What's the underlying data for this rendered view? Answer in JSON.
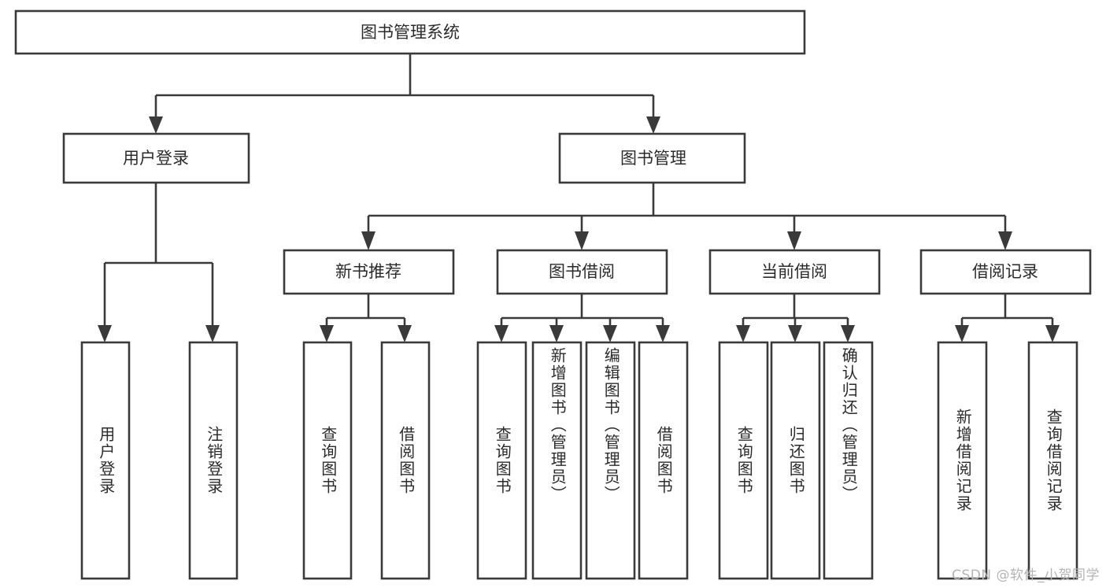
{
  "diagram": {
    "title": "图书管理系统",
    "watermark": "CSDN @软件_小贺同学",
    "root": {
      "label": "图书管理系统"
    },
    "level2": [
      {
        "label": "用户登录"
      },
      {
        "label": "图书管理"
      }
    ],
    "level3": [
      {
        "label": "新书推荐"
      },
      {
        "label": "图书借阅"
      },
      {
        "label": "当前借阅"
      },
      {
        "label": "借阅记录"
      }
    ],
    "leaves": {
      "user_login": [
        {
          "label": "用户登录"
        },
        {
          "label": "注销登录"
        }
      ],
      "new_book_recommend": [
        {
          "label": "查询图书"
        },
        {
          "label": "借阅图书"
        }
      ],
      "book_borrow": [
        {
          "label": "查询图书"
        },
        {
          "label": "新增图书（管理员）"
        },
        {
          "label": "编辑图书（管理员）"
        },
        {
          "label": "借阅图书"
        }
      ],
      "current_borrow": [
        {
          "label": "查询图书"
        },
        {
          "label": "归还图书"
        },
        {
          "label": "确认归还（管理员）"
        }
      ],
      "borrow_record": [
        {
          "label": "新增借阅记录"
        },
        {
          "label": "查询借阅记录"
        }
      ]
    },
    "colors": {
      "stroke": "#3a3a3a",
      "fill": "#ffffff",
      "text": "#2b2b2b",
      "watermark": "#b4b4b4"
    }
  }
}
